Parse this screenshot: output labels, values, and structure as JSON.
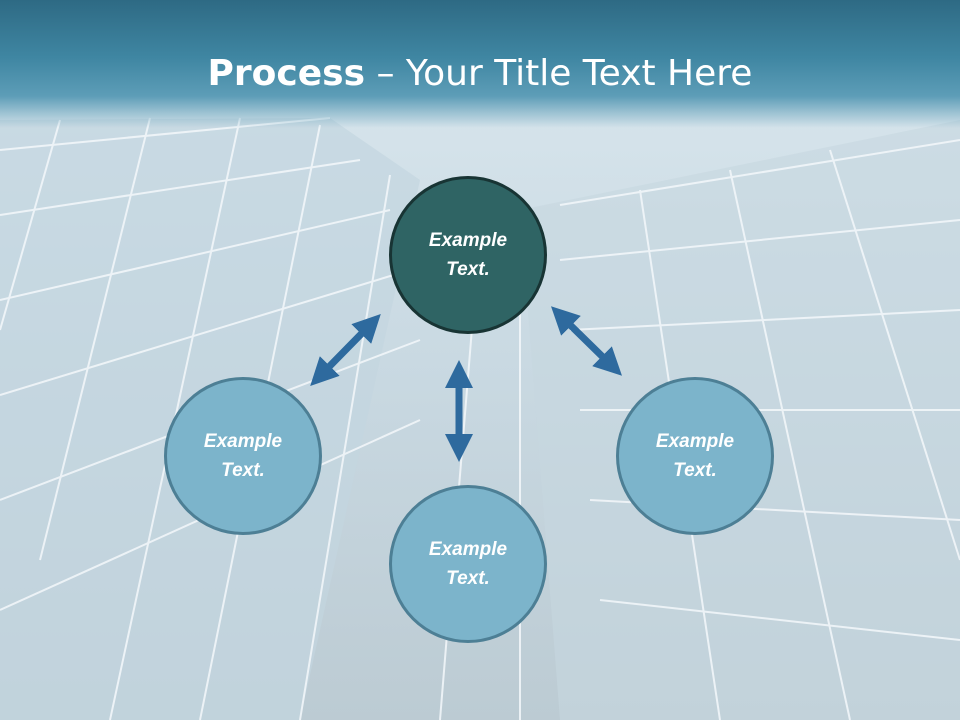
{
  "slide": {
    "title_bold": "Process",
    "title_rest": " – Your Title Text Here"
  },
  "colors": {
    "title_band": "#3f86a2",
    "primary_node_fill": "#2f6464",
    "secondary_node_fill": "#7cb4cb",
    "arrow": "#2e6a9e"
  },
  "diagram": {
    "nodes": [
      {
        "id": "top",
        "label": "Example\nText."
      },
      {
        "id": "left",
        "label": "Example\nText."
      },
      {
        "id": "bottom",
        "label": "Example\nText."
      },
      {
        "id": "right",
        "label": "Example\nText."
      }
    ],
    "arrows": [
      {
        "from": "top",
        "to": "left",
        "style": "double-headed"
      },
      {
        "from": "top",
        "to": "bottom",
        "style": "double-headed"
      },
      {
        "from": "top",
        "to": "right",
        "style": "double-headed"
      }
    ]
  }
}
